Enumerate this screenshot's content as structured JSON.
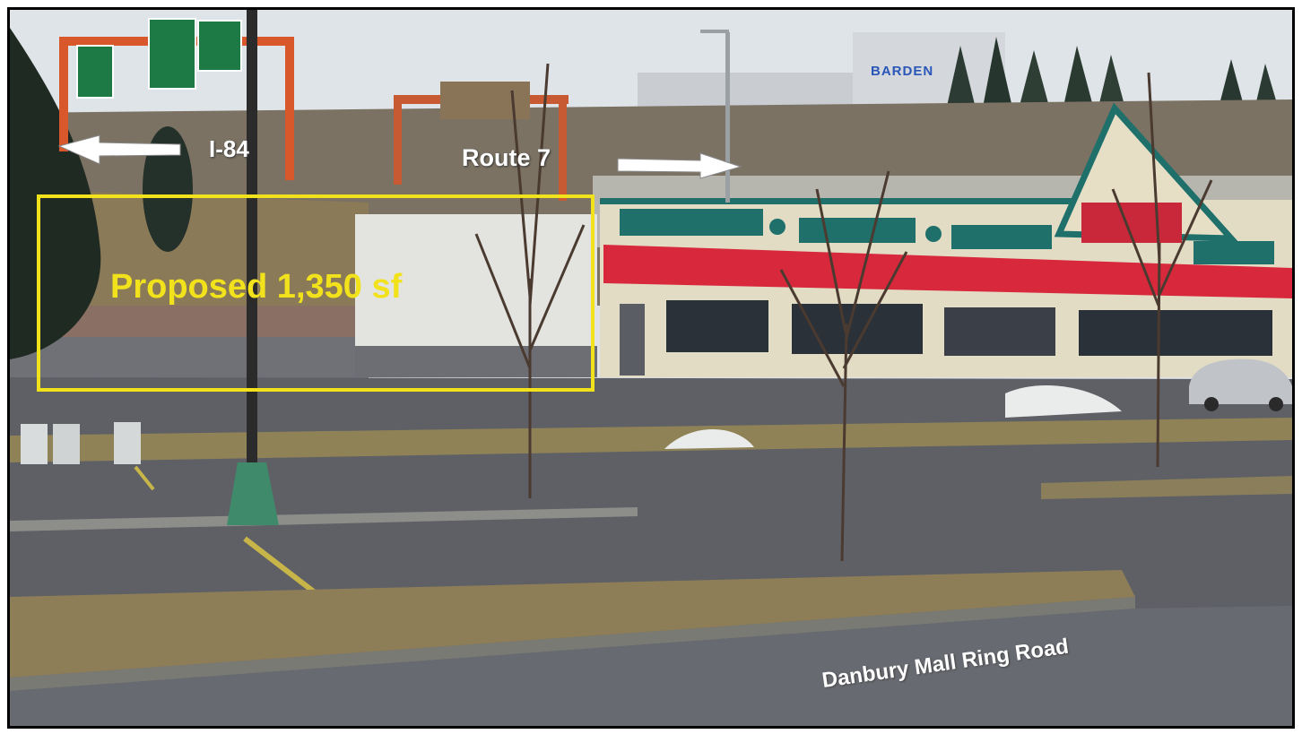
{
  "labels": {
    "highway": "I-84",
    "route": "Route 7",
    "proposed": "Proposed 1,350 sf",
    "road": "Danbury Mall Ring Road",
    "building_sign": "BARDEN"
  },
  "colors": {
    "outline": "#f2e21c",
    "awning": "#d8283c",
    "trim": "#1f6f6b",
    "sign_green": "#1e7a45",
    "gantry": "#d9582b"
  }
}
